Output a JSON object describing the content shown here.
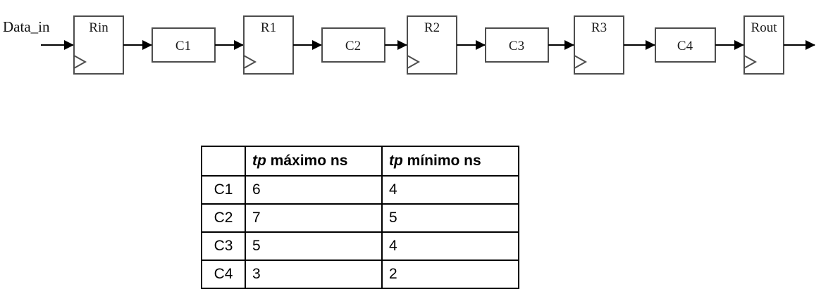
{
  "diagram": {
    "input_label": "Data_in",
    "registers": [
      {
        "name": "Rin",
        "label": "Rin"
      },
      {
        "name": "R1",
        "label": "R1"
      },
      {
        "name": "R2",
        "label": "R2"
      },
      {
        "name": "R3",
        "label": "R3"
      },
      {
        "name": "Rout",
        "label": "Rout"
      }
    ],
    "combinational_blocks": [
      {
        "name": "C1",
        "label": "C1"
      },
      {
        "name": "C2",
        "label": "C2"
      },
      {
        "name": "C3",
        "label": "C3"
      },
      {
        "name": "C4",
        "label": "C4"
      }
    ],
    "colors": {
      "box_stroke": "#4d4d4d",
      "arrow_fill": "#000000",
      "text": "#1a1a1a"
    }
  },
  "table": {
    "headers": {
      "corner": "",
      "max": {
        "symbol": "tp",
        "rest": " máximo ns"
      },
      "min": {
        "symbol": "tp",
        "rest": " mínimo ns"
      }
    },
    "rows": [
      {
        "block": "C1",
        "tp_max": "6",
        "tp_min": "4"
      },
      {
        "block": "C2",
        "tp_max": "7",
        "tp_min": "5"
      },
      {
        "block": "C3",
        "tp_max": "5",
        "tp_min": "4"
      },
      {
        "block": "C4",
        "tp_max": "3",
        "tp_min": "2"
      }
    ]
  }
}
